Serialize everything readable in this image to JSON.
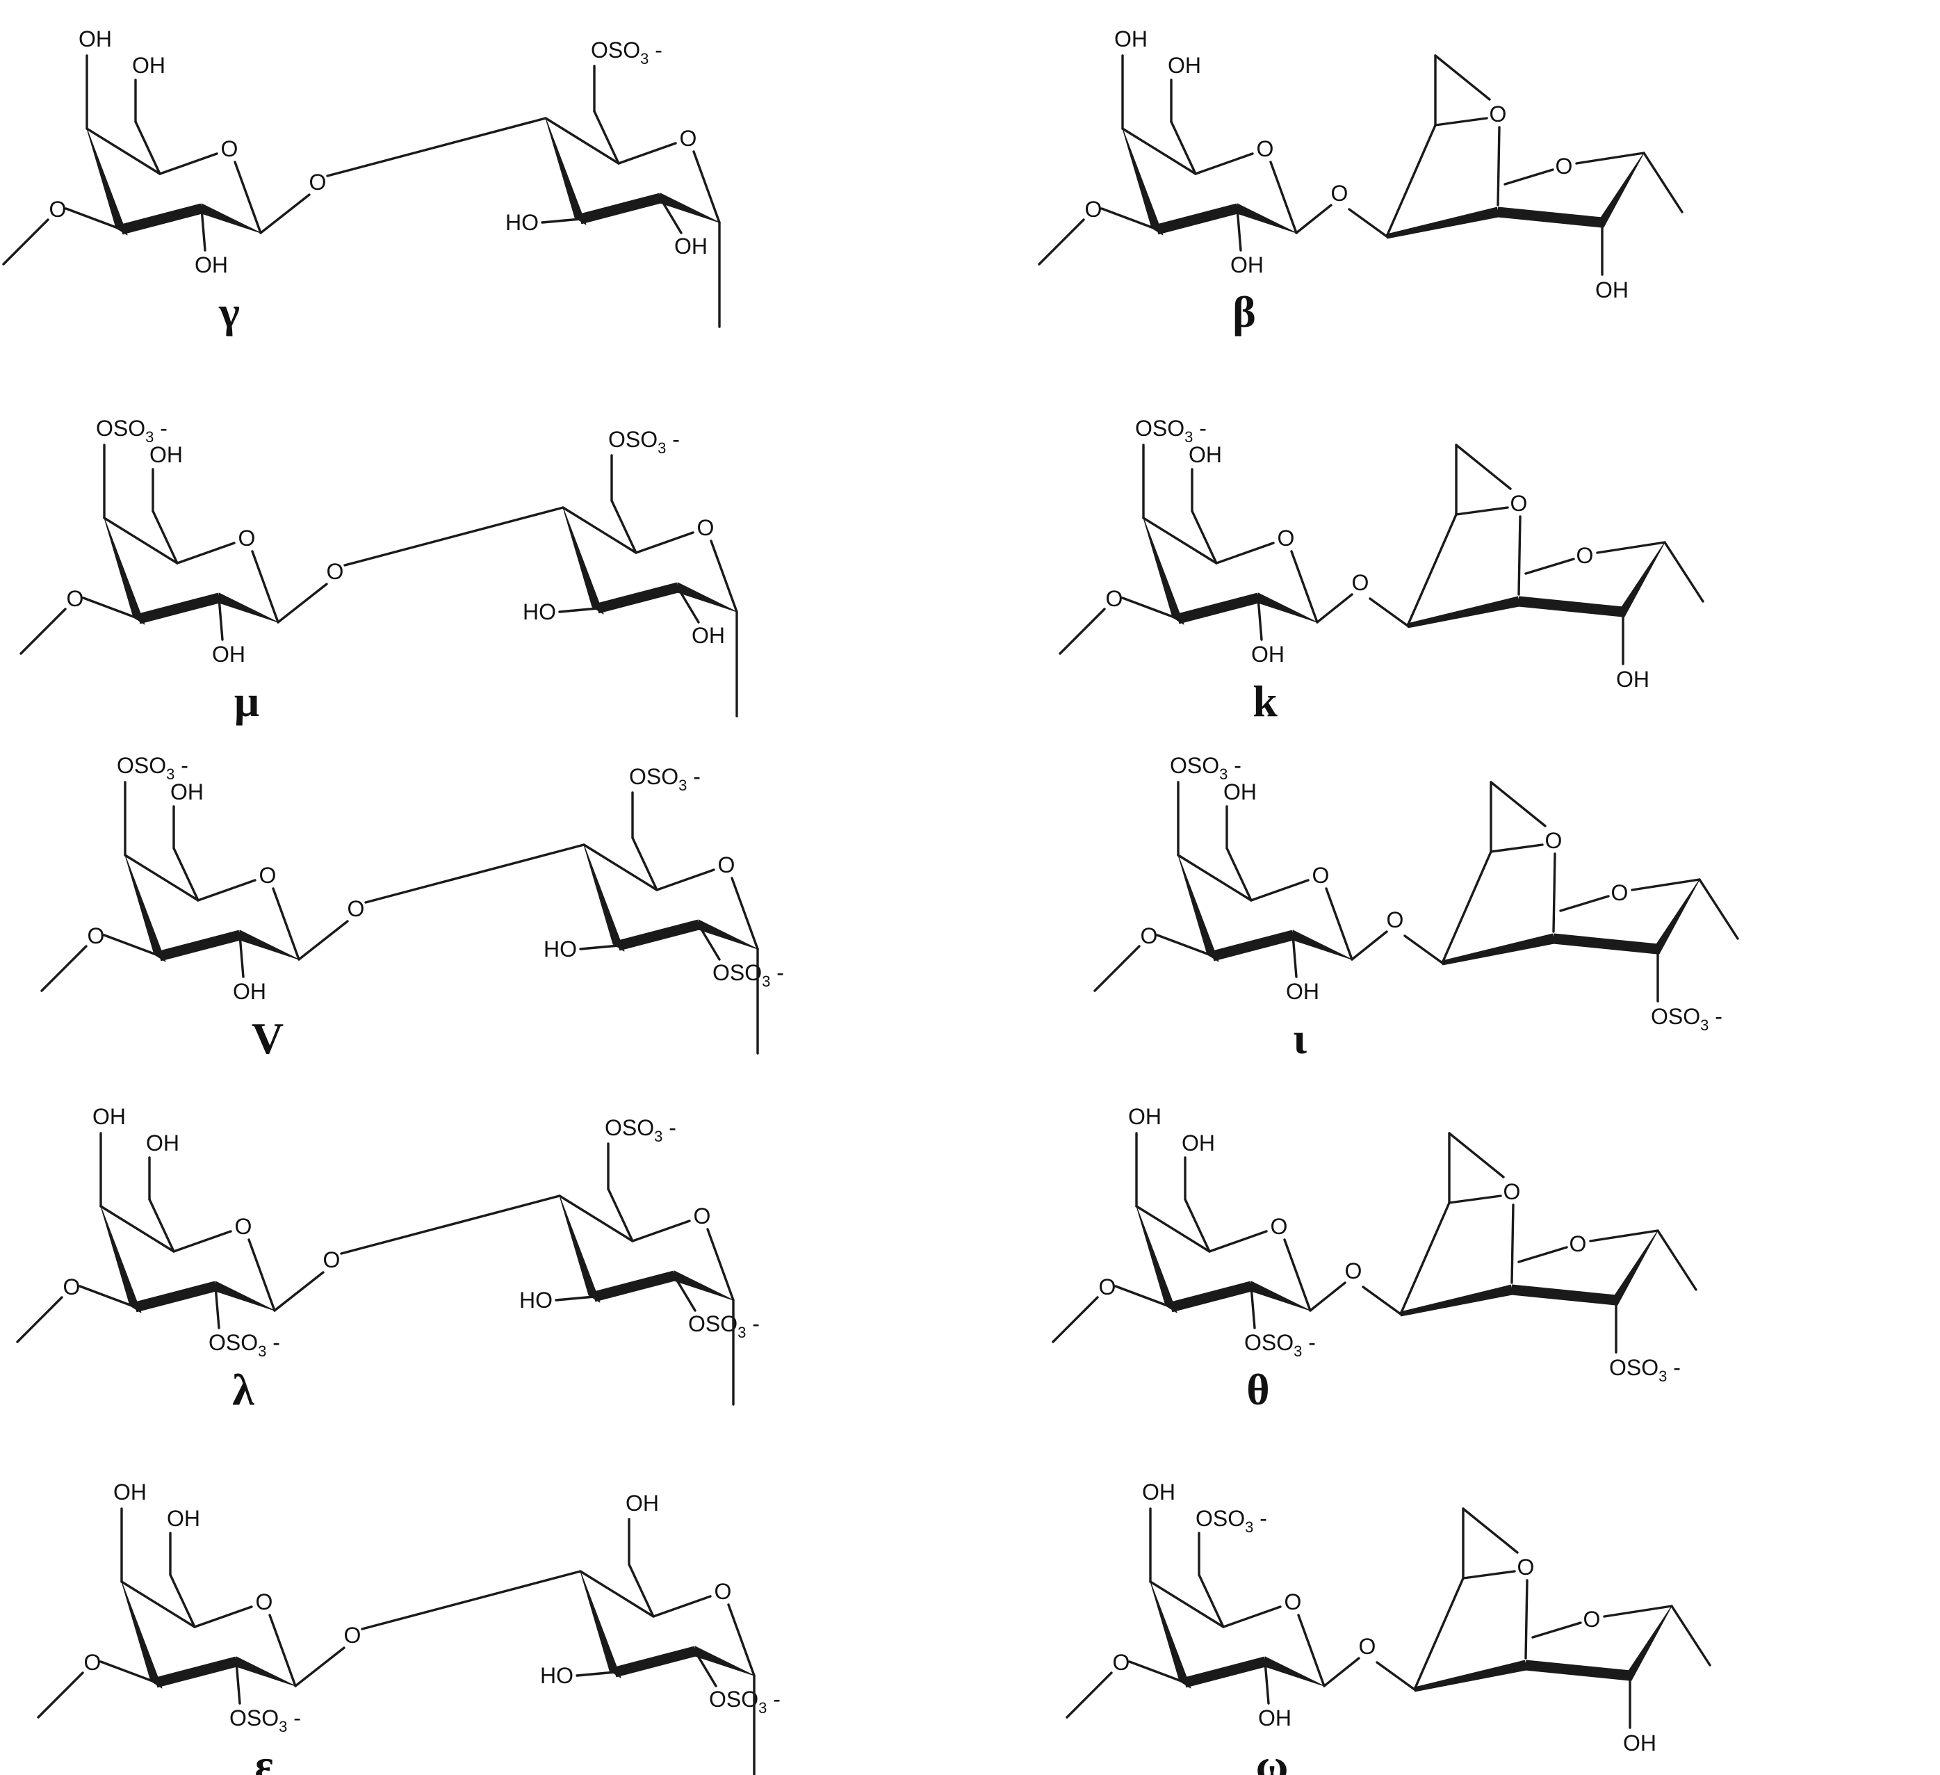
{
  "structures": [
    {
      "label": "γ",
      "type": "galactan",
      "galA": {
        "c4": "OH",
        "c6": "OH",
        "c2": "OH"
      },
      "galB": {
        "c6": "OSO3-",
        "c3": "HO",
        "c2": "OH"
      }
    },
    {
      "label": "β",
      "type": "anhydro",
      "galA": {
        "c4": "OH",
        "c6": "OH",
        "c2": "OH"
      },
      "anh": {
        "c2": "OH"
      }
    },
    {
      "label": "μ",
      "type": "galactan",
      "galA": {
        "c4": "OSO3-",
        "c6": "OH",
        "c2": "OH"
      },
      "galB": {
        "c6": "OSO3-",
        "c3": "HO",
        "c2": "OH"
      }
    },
    {
      "label": "k",
      "type": "anhydro",
      "galA": {
        "c4": "OSO3-",
        "c6": "OH",
        "c2": "OH"
      },
      "anh": {
        "c2": "OH"
      }
    },
    {
      "label": "V",
      "type": "galactan",
      "galA": {
        "c4": "OSO3-",
        "c6": "OH",
        "c2": "OH"
      },
      "galB": {
        "c6": "OSO3-",
        "c3": "HO",
        "c2": "OSO3-"
      }
    },
    {
      "label": "ι",
      "type": "anhydro",
      "galA": {
        "c4": "OSO3-",
        "c6": "OH",
        "c2": "OH"
      },
      "anh": {
        "c2": "OSO3-"
      }
    },
    {
      "label": "λ",
      "type": "galactan",
      "galA": {
        "c4": "OH",
        "c6": "OH",
        "c2": "OSO3-"
      },
      "galB": {
        "c6": "OSO3-",
        "c3": "HO",
        "c2": "OSO3-"
      }
    },
    {
      "label": "θ",
      "type": "anhydro",
      "galA": {
        "c4": "OH",
        "c6": "OH",
        "c2": "OSO3-"
      },
      "anh": {
        "c2": "OSO3-"
      }
    },
    {
      "label": "ε",
      "type": "galactan",
      "galA": {
        "c4": "OH",
        "c6": "OH",
        "c2": "OSO3-"
      },
      "galB": {
        "c6": "OH",
        "c3": "HO",
        "c2": "OSO3-"
      }
    },
    {
      "label": "ω",
      "type": "anhydro",
      "galA": {
        "c4": "OH",
        "c6": "OSO3-",
        "c2": "OH"
      },
      "anh": {
        "c2": "OH"
      }
    }
  ],
  "ring_oxygen": "O"
}
